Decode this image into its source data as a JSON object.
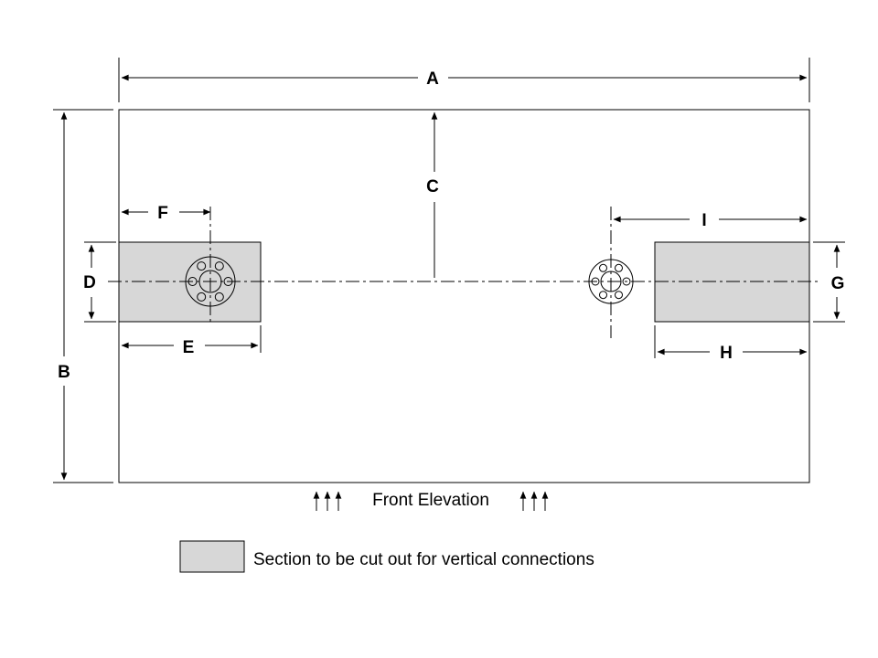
{
  "drawing": {
    "view_title": "Front Elevation",
    "legend_text": "Section  to be cut out for vertical connections",
    "section_fill": "#d7d7d7",
    "line_color": "#000000",
    "background": "#ffffff",
    "labels": {
      "A": "A",
      "B": "B",
      "C": "C",
      "D": "D",
      "E": "E",
      "F": "F",
      "G": "G",
      "H": "H",
      "I": "I"
    }
  }
}
